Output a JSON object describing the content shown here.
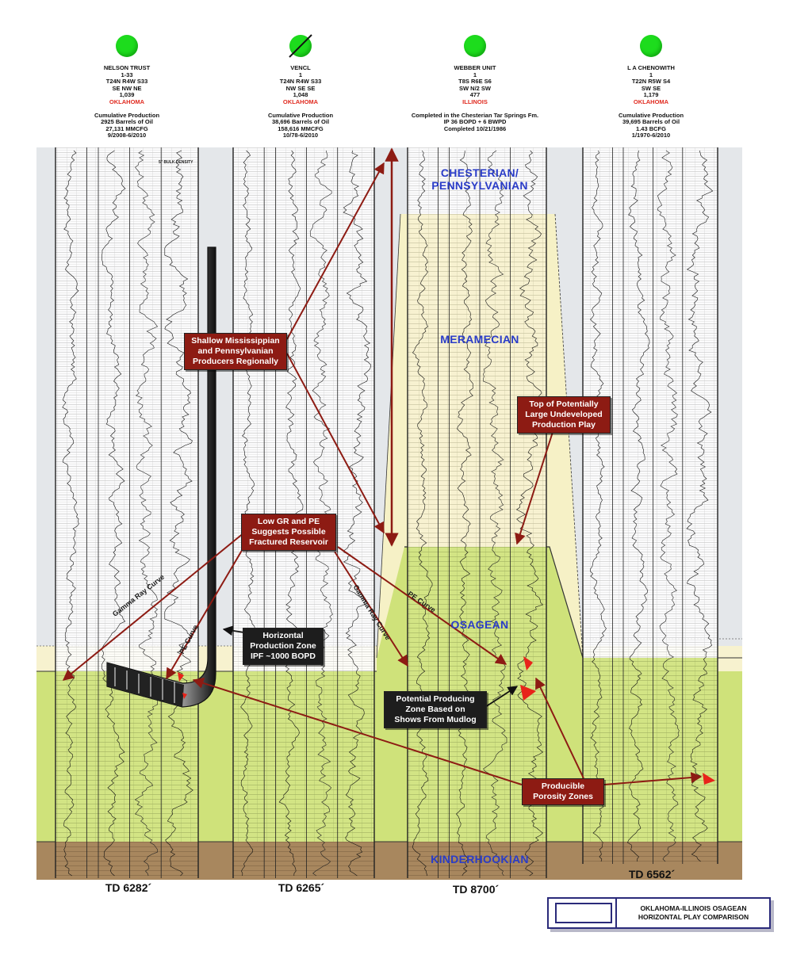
{
  "wells": [
    {
      "name": "NELSON TRUST",
      "number": "1-33",
      "location": "T24N R4W S33",
      "quarter": "SE NW NE",
      "elevation": "1,039",
      "state": "OKLAHOMA",
      "production": [
        "Cumulative Production",
        "2925 Barrels of Oil",
        "27,131 MMCFG",
        "9/2008-6/2010"
      ],
      "td": "TD 6282´",
      "status_symbol": "gas-well-dot"
    },
    {
      "name": "VENCL",
      "number": "1",
      "location": "T24N R4W S33",
      "quarter": "NW SE SE",
      "elevation": "1,048",
      "state": "OKLAHOMA",
      "production": [
        "Cumulative Production",
        "38,696 Barrels of Oil",
        "158,616 MMCFG",
        "10/78-6/2010"
      ],
      "td": "TD 6265´",
      "status_symbol": "plugged-well-dot"
    },
    {
      "name": "WEBBER UNIT",
      "number": "1",
      "location": "T8S R6E S6",
      "quarter": "SW N/2 SW",
      "elevation": "477",
      "state": "ILLINOIS",
      "production": [
        "Completed in the Chesterian Tar Springs Fm.",
        "IP 36 BOPD + 6 BWPD",
        "Completed 10/21/1986"
      ],
      "td": "TD 8700´",
      "status_symbol": "gas-well-dot"
    },
    {
      "name": "L A CHENOWITH",
      "number": "1",
      "location": "T22N R5W S4",
      "quarter": "SW SE",
      "elevation": "1,179",
      "state": "OKLAHOMA",
      "production": [
        "Cumulative Production",
        "39,695 Barrels of Oil",
        "1.43 BCFG",
        "1/1970-6/2010"
      ],
      "td": "TD 6562´",
      "status_symbol": "gas-well-dot"
    }
  ],
  "stages": {
    "chesterian": [
      "CHESTERIAN/",
      "PENNSYLVANIAN"
    ],
    "meramecian": "MERAMECIAN",
    "osagean": "OSAGEAN",
    "kinderhookian": "KINDERHOOKIAN"
  },
  "callouts": {
    "shallow": [
      "Shallow Mississippian",
      "and Pennsylvanian",
      "Producers Regionally"
    ],
    "top_play": [
      "Top of Potentially",
      "Large Undeveloped",
      "Production Play"
    ],
    "low_gr": [
      "Low GR and PE",
      "Suggests Possible",
      "Fractured Reservoir"
    ],
    "horizontal": [
      "Horizontal",
      "Production Zone",
      "IPF ~1000 BOPD"
    ],
    "mudlog": [
      "Potential Producing",
      "Zone Based on",
      "Shows From Mudlog"
    ],
    "porosity": [
      "Producible",
      "Porosity Zones"
    ]
  },
  "curve_labels": {
    "gamma_left": "Gamma Ray Curve",
    "pe_left": "PE Curve",
    "gamma_mid": "Gamma Ray Curve",
    "pe_mid": "PE Curve"
  },
  "log_header": "5\" BULK DENSITY",
  "title_block": [
    "OKLAHOMA-ILLINOIS OSAGEAN",
    "HORIZONTAL PLAY COMPARISON"
  ],
  "colors": {
    "background_band": "#e4e7ea",
    "chesterian_fill": "#f6efc2",
    "osagean_fill": "#cfe27a",
    "kinderhook_fill": "#a8875e",
    "callout_red": "#8d1b13",
    "arrow_red": "#8d1b13",
    "stage_blue": "#2a3cc8",
    "well_green": "#1ddc1d",
    "porosity_red": "#e8231a"
  }
}
